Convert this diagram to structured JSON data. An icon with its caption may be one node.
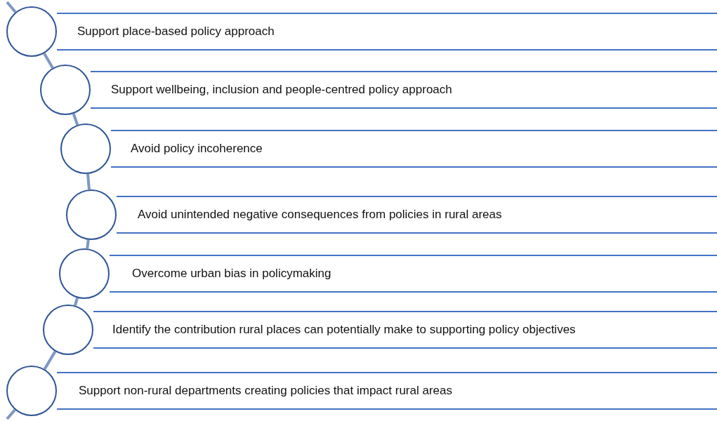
{
  "diagram": {
    "nodes": [
      {
        "text": [],
        "shape": "circle"
      },
      {
        "text": [
          "Support place-based policy approach"
        ]
      },
      {
        "text": [],
        "shape": "circle"
      },
      {
        "text": [
          "Support wellbeing, inclusion and people-centred policy approach"
        ]
      },
      {
        "text": [],
        "shape": "circle"
      },
      {
        "text": [
          "Avoid policy incoherence"
        ]
      },
      {
        "text": [],
        "shape": "circle"
      },
      {
        "text": [
          "Avoid unintended negative consequences from policies in rural areas"
        ]
      },
      {
        "text": [],
        "shape": "circle"
      },
      {
        "text": [
          "Overcome urban bias in policymaking"
        ]
      },
      {
        "text": [],
        "shape": "circle"
      },
      {
        "text": [
          "Identify the contribution rural places can potentially make to supporting policy objectives"
        ]
      },
      {
        "text": [],
        "shape": "circle"
      },
      {
        "text": [
          "Support non-rural departments creating policies that impact rural areas"
        ]
      }
    ],
    "edges": [
      {
        "from": null,
        "to": 0,
        "arrow": "none"
      },
      {
        "from": 0,
        "to": 2,
        "arrow": "none"
      },
      {
        "from": 2,
        "to": 4,
        "arrow": "none"
      },
      {
        "from": 4,
        "to": 6,
        "arrow": "none"
      },
      {
        "from": 6,
        "to": 8,
        "arrow": "none"
      },
      {
        "from": 8,
        "to": 10,
        "arrow": "none"
      },
      {
        "from": 10,
        "to": 12,
        "arrow": "none"
      },
      {
        "from": 12,
        "to": null,
        "arrow": "none"
      }
    ]
  }
}
